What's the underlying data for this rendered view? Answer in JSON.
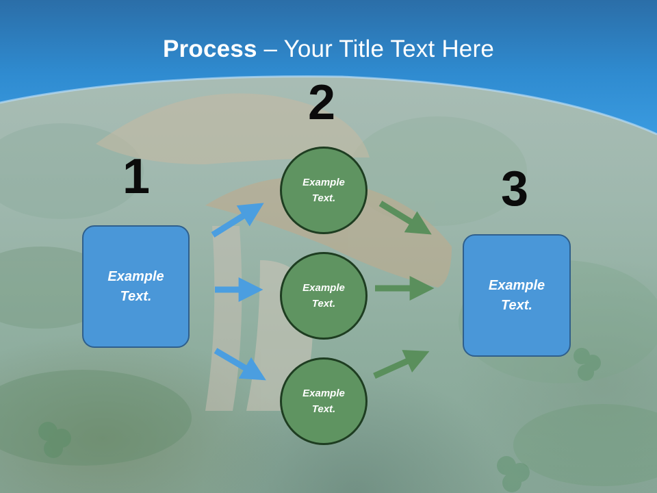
{
  "slide": {
    "title_bold": "Process",
    "title_rest": " – Your Title Text Here"
  },
  "steps": [
    {
      "number": "1",
      "label": "Example\nText."
    },
    {
      "number": "2",
      "label": ""
    },
    {
      "number": "3",
      "label": "Example\nText."
    }
  ],
  "middle_nodes": [
    {
      "label": "Example\nText."
    },
    {
      "label": "Example\nText."
    },
    {
      "label": "Example\nText."
    }
  ],
  "colors": {
    "header_blue": "#2f8fd6",
    "box_blue": "#4a97d8",
    "circle_green": "#5f9461",
    "arrow_blue": "#4b9ee0",
    "arrow_green": "#5a8f5c"
  }
}
